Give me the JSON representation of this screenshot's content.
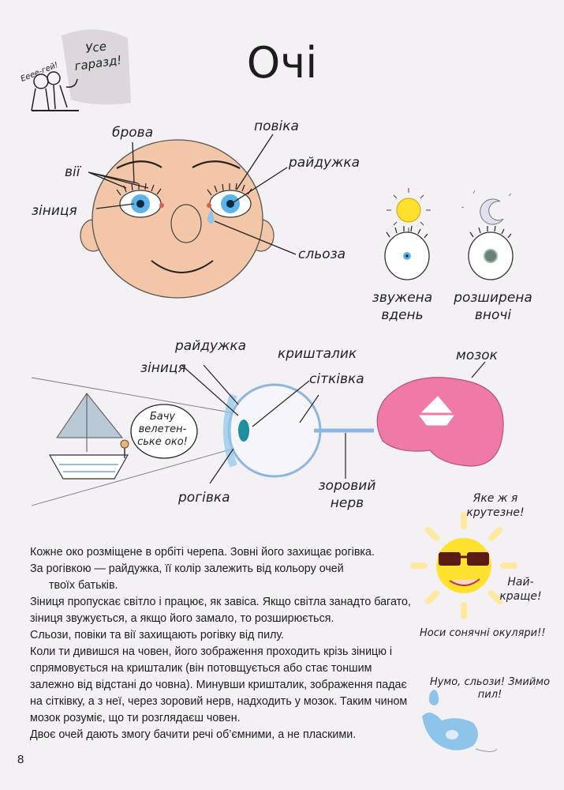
{
  "page": {
    "title": "Очі",
    "page_number": "8",
    "corner_badge": {
      "shout": "Ееее-гей!",
      "bubble": [
        "Усе",
        "гаразд!"
      ]
    }
  },
  "face_labels": {
    "brow": "брова",
    "eyelashes": "вії",
    "pupil": "зіниця",
    "eyelid": "повіка",
    "iris": "райдужка",
    "tear": "сльоза"
  },
  "pupil_states": {
    "day": [
      "звужена",
      "вдень"
    ],
    "night": [
      "розширена",
      "вночі"
    ]
  },
  "eye_diagram_labels": {
    "iris": "райдужка",
    "pupil": "зіниця",
    "lens": "кришталик",
    "retina": "сітківка",
    "brain": "мозок",
    "cornea": "рогівка",
    "optic_nerve": [
      "зоровий",
      "нерв"
    ],
    "boy_bubble": [
      "Бачу",
      "велетен-",
      "ське око!"
    ]
  },
  "sun_bubbles": {
    "top": [
      "Яке ж я",
      "крутезне!"
    ],
    "middle": [
      "Най-",
      "краще!"
    ],
    "caption": "Носи сонячні окуляри!!"
  },
  "tear_bubble": [
    "Нумо, сльози! Змиймо",
    "пил!"
  ],
  "body_text": [
    {
      "text": "Кожне око розміщене в орбіті черепа. Зовні його захищає рогівка.",
      "indent": false
    },
    {
      "text": "За рогівкою — райдужка, її колір залежить від кольору очей",
      "indent": false
    },
    {
      "text": "твоїх батьків.",
      "indent": true
    },
    {
      "text": "Зіниця пропускає світло і працює, як завіса. Якщо світла занадто багато, зіниця звужується, а якщо його замало, то розширюється.",
      "indent": false
    },
    {
      "text": "Сльози, повіки та вії захищають рогівку від пилу.",
      "indent": false
    },
    {
      "text": "Коли ти дивишся на човен, його зображення проходить крізь зіницю і спрямовується на кришталик (він потовщується або стає тоншим залежно від відстані до човна). Минувши кришталик, зображення падає на сітківку, а з неї, через зоровий нерв, надходить у мозок. Таким чином мозок розуміє, що ти розглядаєш човен.",
      "indent": false
    },
    {
      "text": "Двоє очей дають змогу бачити речі об’ємними, а не пласкими.",
      "indent": false
    }
  ],
  "colors": {
    "skin": "#f2c6a6",
    "iris": "#5fb3e6",
    "brain": "#f07aa7",
    "sun": "#ffe230",
    "eye_outline": "#8fb6de",
    "tear": "#8fc4ea"
  }
}
